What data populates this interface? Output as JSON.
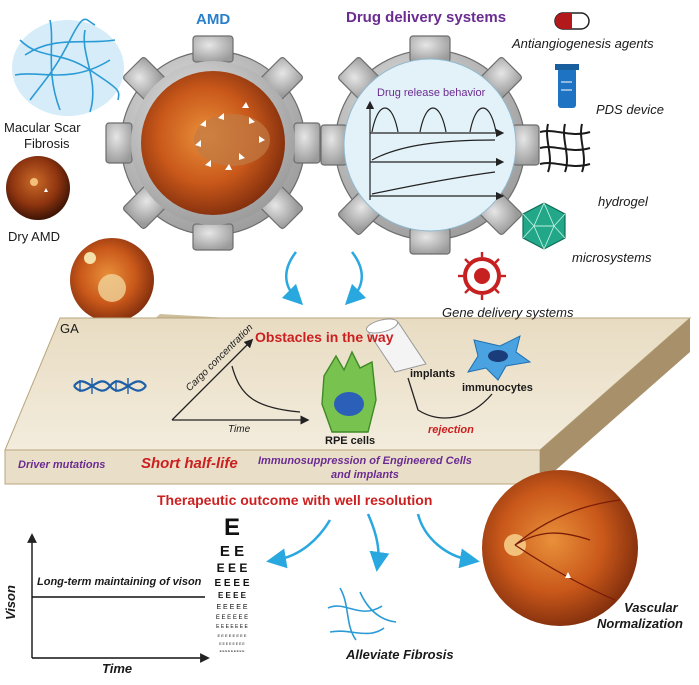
{
  "top": {
    "amd_title": "AMD",
    "dds_title": "Drug delivery systems",
    "macular_scar_line1": "Macular Scar",
    "macular_scar_line2": "Fibrosis",
    "dry_amd": "Dry AMD",
    "ga": "GA",
    "drug_release": "Drug release behavior",
    "antiangiogenesis": "Antiangiogenesis agents",
    "pds": "PDS device",
    "hydrogel": "hydrogel",
    "microsystems": "microsystems",
    "gene_delivery": "Gene delivery systems"
  },
  "platform": {
    "title": "Obstacles in the way",
    "cargo_axis": "Cargo concentration",
    "time_axis": "Time",
    "implants": "implants",
    "immunocytes": "immunocytes",
    "rpe_cells": "RPE cells",
    "rejection": "rejection",
    "driver_mutations": "Driver mutations",
    "short_half_life": "Short half-life",
    "immuno_line1": "Immunosuppression of Engineered Cells",
    "immuno_line2": "and implants"
  },
  "outcome": {
    "title": "Therapeutic outcome with well resolution",
    "long_term": "Long-term maintaining of vison",
    "vison_axis": "Vison",
    "time_axis": "Time",
    "alleviate": "Alleviate Fibrosis",
    "vascular_line1": "Vascular",
    "vascular_line2": "Normalization"
  },
  "colors": {
    "purple": "#6b2c91",
    "red": "#cc1f1f",
    "blue": "#2a7fc9",
    "gear": "#c8c8c8",
    "platform_top": "#ece3cf",
    "fundus": "#d46a1e"
  }
}
